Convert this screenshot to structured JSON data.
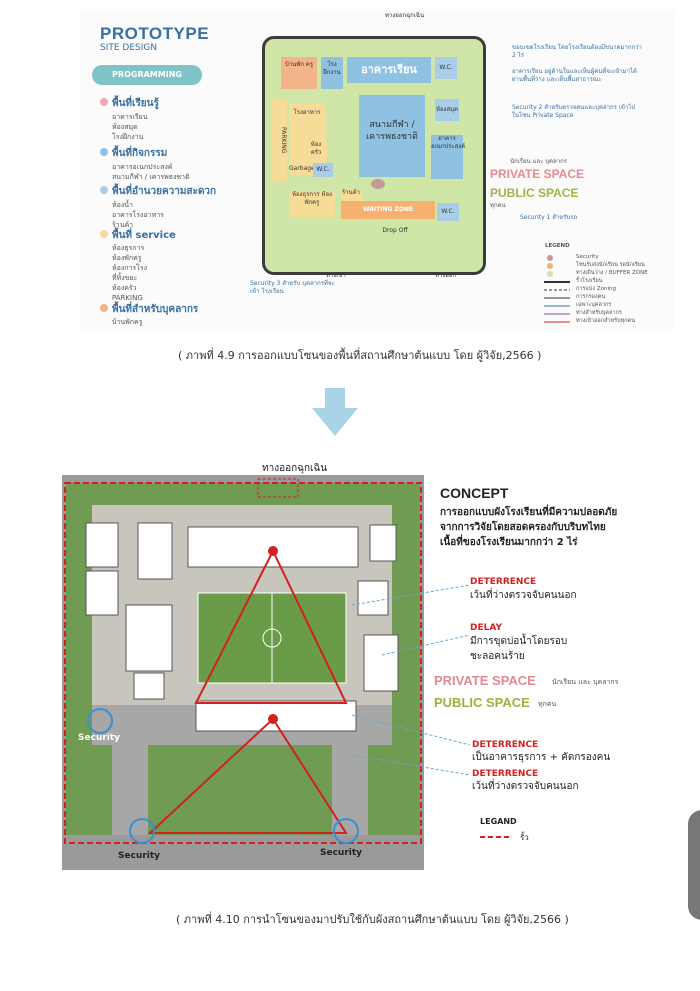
{
  "fig1": {
    "title": "PROTOTYPE",
    "subtitle": "SITE DESIGN",
    "programming_label": "PROGRAMMING",
    "categories": [
      {
        "label": "พื้นที่เรียนรู้",
        "color": "#f2a7b3",
        "items": [
          "อาคารเรียน",
          "ห้องสมุด",
          "โรงฝึกงาน"
        ]
      },
      {
        "label": "พื้นที่กิจกรรม",
        "color": "#8fc1e3",
        "items": [
          "อาคารอเนกประสงค์",
          "สนามกีฬา / เคารพธงชาติ"
        ]
      },
      {
        "label": "พื้นที่อำนวยความสะดวก",
        "color": "#a9cde8",
        "items": [
          "ห้องน้ำ",
          "อาคารโรงอาหาร",
          "ร้านค้า"
        ]
      },
      {
        "label": "พื้นที่ service",
        "color": "#f6dc96",
        "items": [
          "ห้องธุรการ",
          "ห้องพักครู",
          "ห้องการโรง",
          "ที่ทิ้งขยะ",
          "ห้องครัว",
          "PARKING"
        ]
      },
      {
        "label": "พื้นที่สำหรับบุคลากร",
        "color": "#f4b48a",
        "items": [
          "บ้านพักครู"
        ]
      }
    ],
    "plan": {
      "emergency_exit": "ทางออกฉุกเฉิน",
      "house": "บ้านพัก ครู",
      "workshop": "โรง ฝึกงาน",
      "classroom": "อาคารเรียน",
      "wc": "W.C.",
      "canteen": "โรงอาหาร",
      "parking": "PARKING",
      "kitchen": "ห้อง ครัว",
      "garbage": "Garbage",
      "field": "สนามกีฬา / เคารพธงชาติ",
      "library": "ห้องสมุด",
      "multipurpose": "อาคาร อเนกประสงค์",
      "shop": "ร้านค้า",
      "admin": "ห้องธุรการ ห้องพักครู",
      "waiting": "WAITING ZONE",
      "dropoff": "Drop Off",
      "security": "Security",
      "entrance": "ทางเข้า",
      "exit": "ทางออก"
    },
    "notes": {
      "fence_note": "ขอบเขตโรงเรียน โดยโรงเรียนต้องมีขนาดมากกว่า 2 ไร่",
      "classroom_note": "อาคารเรียน อยู่ด้านในและเห็นผู้คนที่จะเข้ามาได้ผ่านพื้นที่ว่าง และเห็นพื้นสาธารณะ",
      "security2_note": "Security 2 สำหรับตรวจคนและบุคลากร เข้าไปในโซน Private Space",
      "private_sub": "นักเรียน และ บุคลากร",
      "private": "PRIVATE SPACE",
      "public": "PUBLIC SPACE",
      "public_sub": "ทุกคน",
      "security1_note": "Security 1 สำหรับรถ",
      "security3_note": "Security 3 สำหรับ บุคลากรที่จะเข้า โรงเรียน"
    },
    "legend": {
      "title": "LEGEND",
      "items": [
        "Security",
        "โซนรับส่งนักเรียน รอนักเรียน",
        "ทางเดินว่าง / BUFFER ZONE",
        "รั้วโรงเรียน",
        "การแบ่ง Zoning",
        "การกรองคน",
        "เฉพาะบุคลากร",
        "ทางสำหรับบุคลากร",
        "ทางเข้าออกสำหรับทุกคน"
      ]
    },
    "caption": "( ภาพที่ 4.9 การออกแบบโซนของพื้นที่สถานศึกษาต้นแบบ โดย ผู้วิจัย,2566 )"
  },
  "fig2": {
    "emergency_exit": "ทางออกฉุกเฉิน",
    "security_labels": [
      "Security",
      "Security",
      "Security"
    ],
    "concept_title": "CONCEPT",
    "concept_lines": [
      "การออกแบบผังโรงเรียนที่มีความปลอดภัย",
      "จากการวิจัยโดยสอดครองกับบริบทไทย",
      "เนื้อที่ของโรงเรียนมากกว่า 2 ไร่"
    ],
    "annotations": [
      {
        "heading": "DETERRENCE",
        "lines": [
          "เว้นที่ว่างตรวจจับคนนอก"
        ]
      },
      {
        "heading": "DELAY",
        "lines": [
          "มีการขุดบ่อน้ำโดยรอบ",
          "ชะลอคนร้าย"
        ]
      }
    ],
    "private": "PRIVATE SPACE",
    "private_sub": "นักเรียน และ บุคลากร",
    "public": "PUBLIC SPACE",
    "public_sub": "ทุกคน",
    "annotations2": [
      {
        "heading": "DETERRENCE",
        "lines": [
          "เป็นอาคารธุรการ + คัดกรองคน"
        ]
      },
      {
        "heading": "DETERRENCE",
        "lines": [
          "เว้นที่ว่างตรวจจับคนนอก"
        ]
      }
    ],
    "legend_title": "LEGAND",
    "legend_item": "รั้ว",
    "caption": "( ภาพที่ 4.10 การนำโซนของมาปรับใช้กับผังสถานศึกษาต้นแบบ โดย ผู้วิจัย,2566 )"
  },
  "colors": {
    "accent_blue": "#3a6fa3",
    "red": "#d32020",
    "private_pink": "#e08a92",
    "public_green": "#97b441",
    "arrow_blue": "#a9d3e6"
  }
}
